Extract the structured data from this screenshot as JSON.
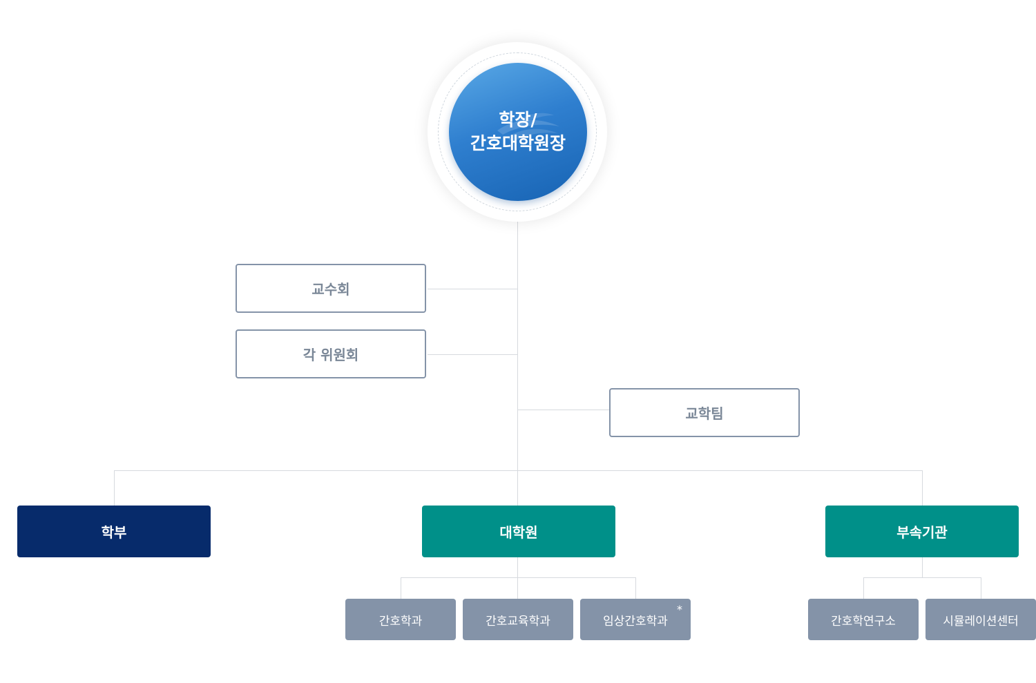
{
  "head": {
    "line1": "학장/",
    "line2": "간호대학원장"
  },
  "advisory": [
    "교수회",
    "각 위원회"
  ],
  "office": "교학팀",
  "divisions": {
    "undergrad": "학부",
    "graduate": "대학원",
    "affiliated": "부속기관"
  },
  "graduate_departments": [
    "간호학과",
    "간호교육학과",
    "임상간호학과"
  ],
  "graduate_note_mark": "*",
  "affiliated_units": [
    "간호학연구소",
    "시뮬레이션센터"
  ],
  "colors": {
    "head_circle": "#2f7fcf",
    "undergrad": "#072b6b",
    "graduate": "#009089",
    "affiliated": "#009089",
    "sub_box": "#8493a8",
    "outline_box": "#8493a8",
    "connector": "#d6d9de"
  }
}
